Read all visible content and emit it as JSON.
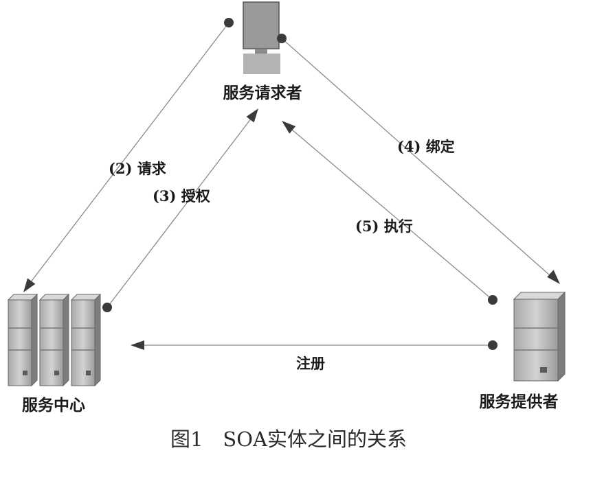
{
  "nodes": {
    "requester": {
      "label": "服务请求者",
      "icon": "desktop-computer-icon"
    },
    "center": {
      "label": "服务中心",
      "icon": "server-rack-icon"
    },
    "provider": {
      "label": "服务提供者",
      "icon": "server-tower-icon"
    }
  },
  "edges": {
    "request": {
      "label": "(2) 请求",
      "from": "服务请求者",
      "to": "服务中心"
    },
    "authorize": {
      "label": "(3) 授权",
      "from": "服务中心",
      "to": "服务请求者"
    },
    "bind": {
      "label": "(4) 绑定",
      "from": "服务请求者",
      "to": "服务提供者"
    },
    "execute": {
      "label": "(5) 执行",
      "from": "服务提供者",
      "to": "服务请求者"
    },
    "register": {
      "label": "注册",
      "from": "服务提供者",
      "to": "服务中心"
    }
  },
  "caption": "图1　SOA实体之间的关系",
  "colors": {
    "line": "#8a8a8a",
    "dot": "#3a3a3a",
    "server_face": "#c9c9c9",
    "server_dark": "#8f8f8f"
  }
}
